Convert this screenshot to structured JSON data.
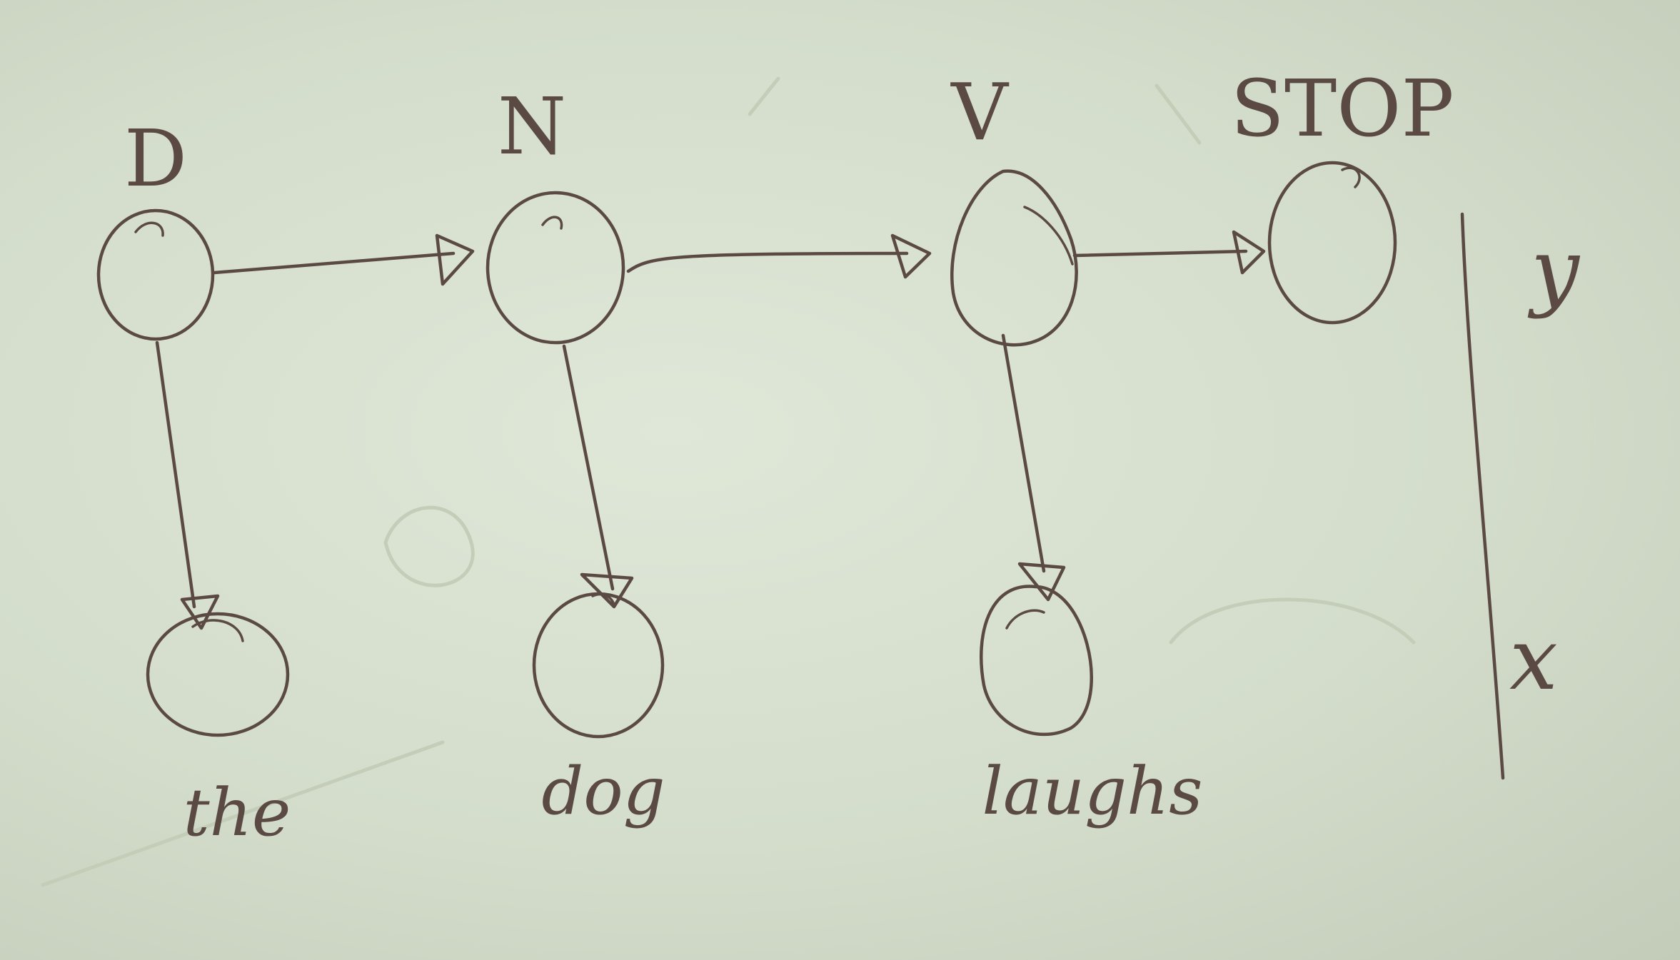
{
  "tags": [
    {
      "id": "D",
      "label": "D"
    },
    {
      "id": "N",
      "label": "N"
    },
    {
      "id": "V",
      "label": "V"
    },
    {
      "id": "STOP",
      "label": "STOP"
    }
  ],
  "words": [
    {
      "id": "the",
      "label": "the"
    },
    {
      "id": "dog",
      "label": "dog"
    },
    {
      "id": "laughs",
      "label": "laughs"
    }
  ],
  "legend": {
    "y_label": "y",
    "x_label": "x"
  },
  "colors": {
    "ink": "#5a4a43",
    "board": "#d6dfcf"
  }
}
